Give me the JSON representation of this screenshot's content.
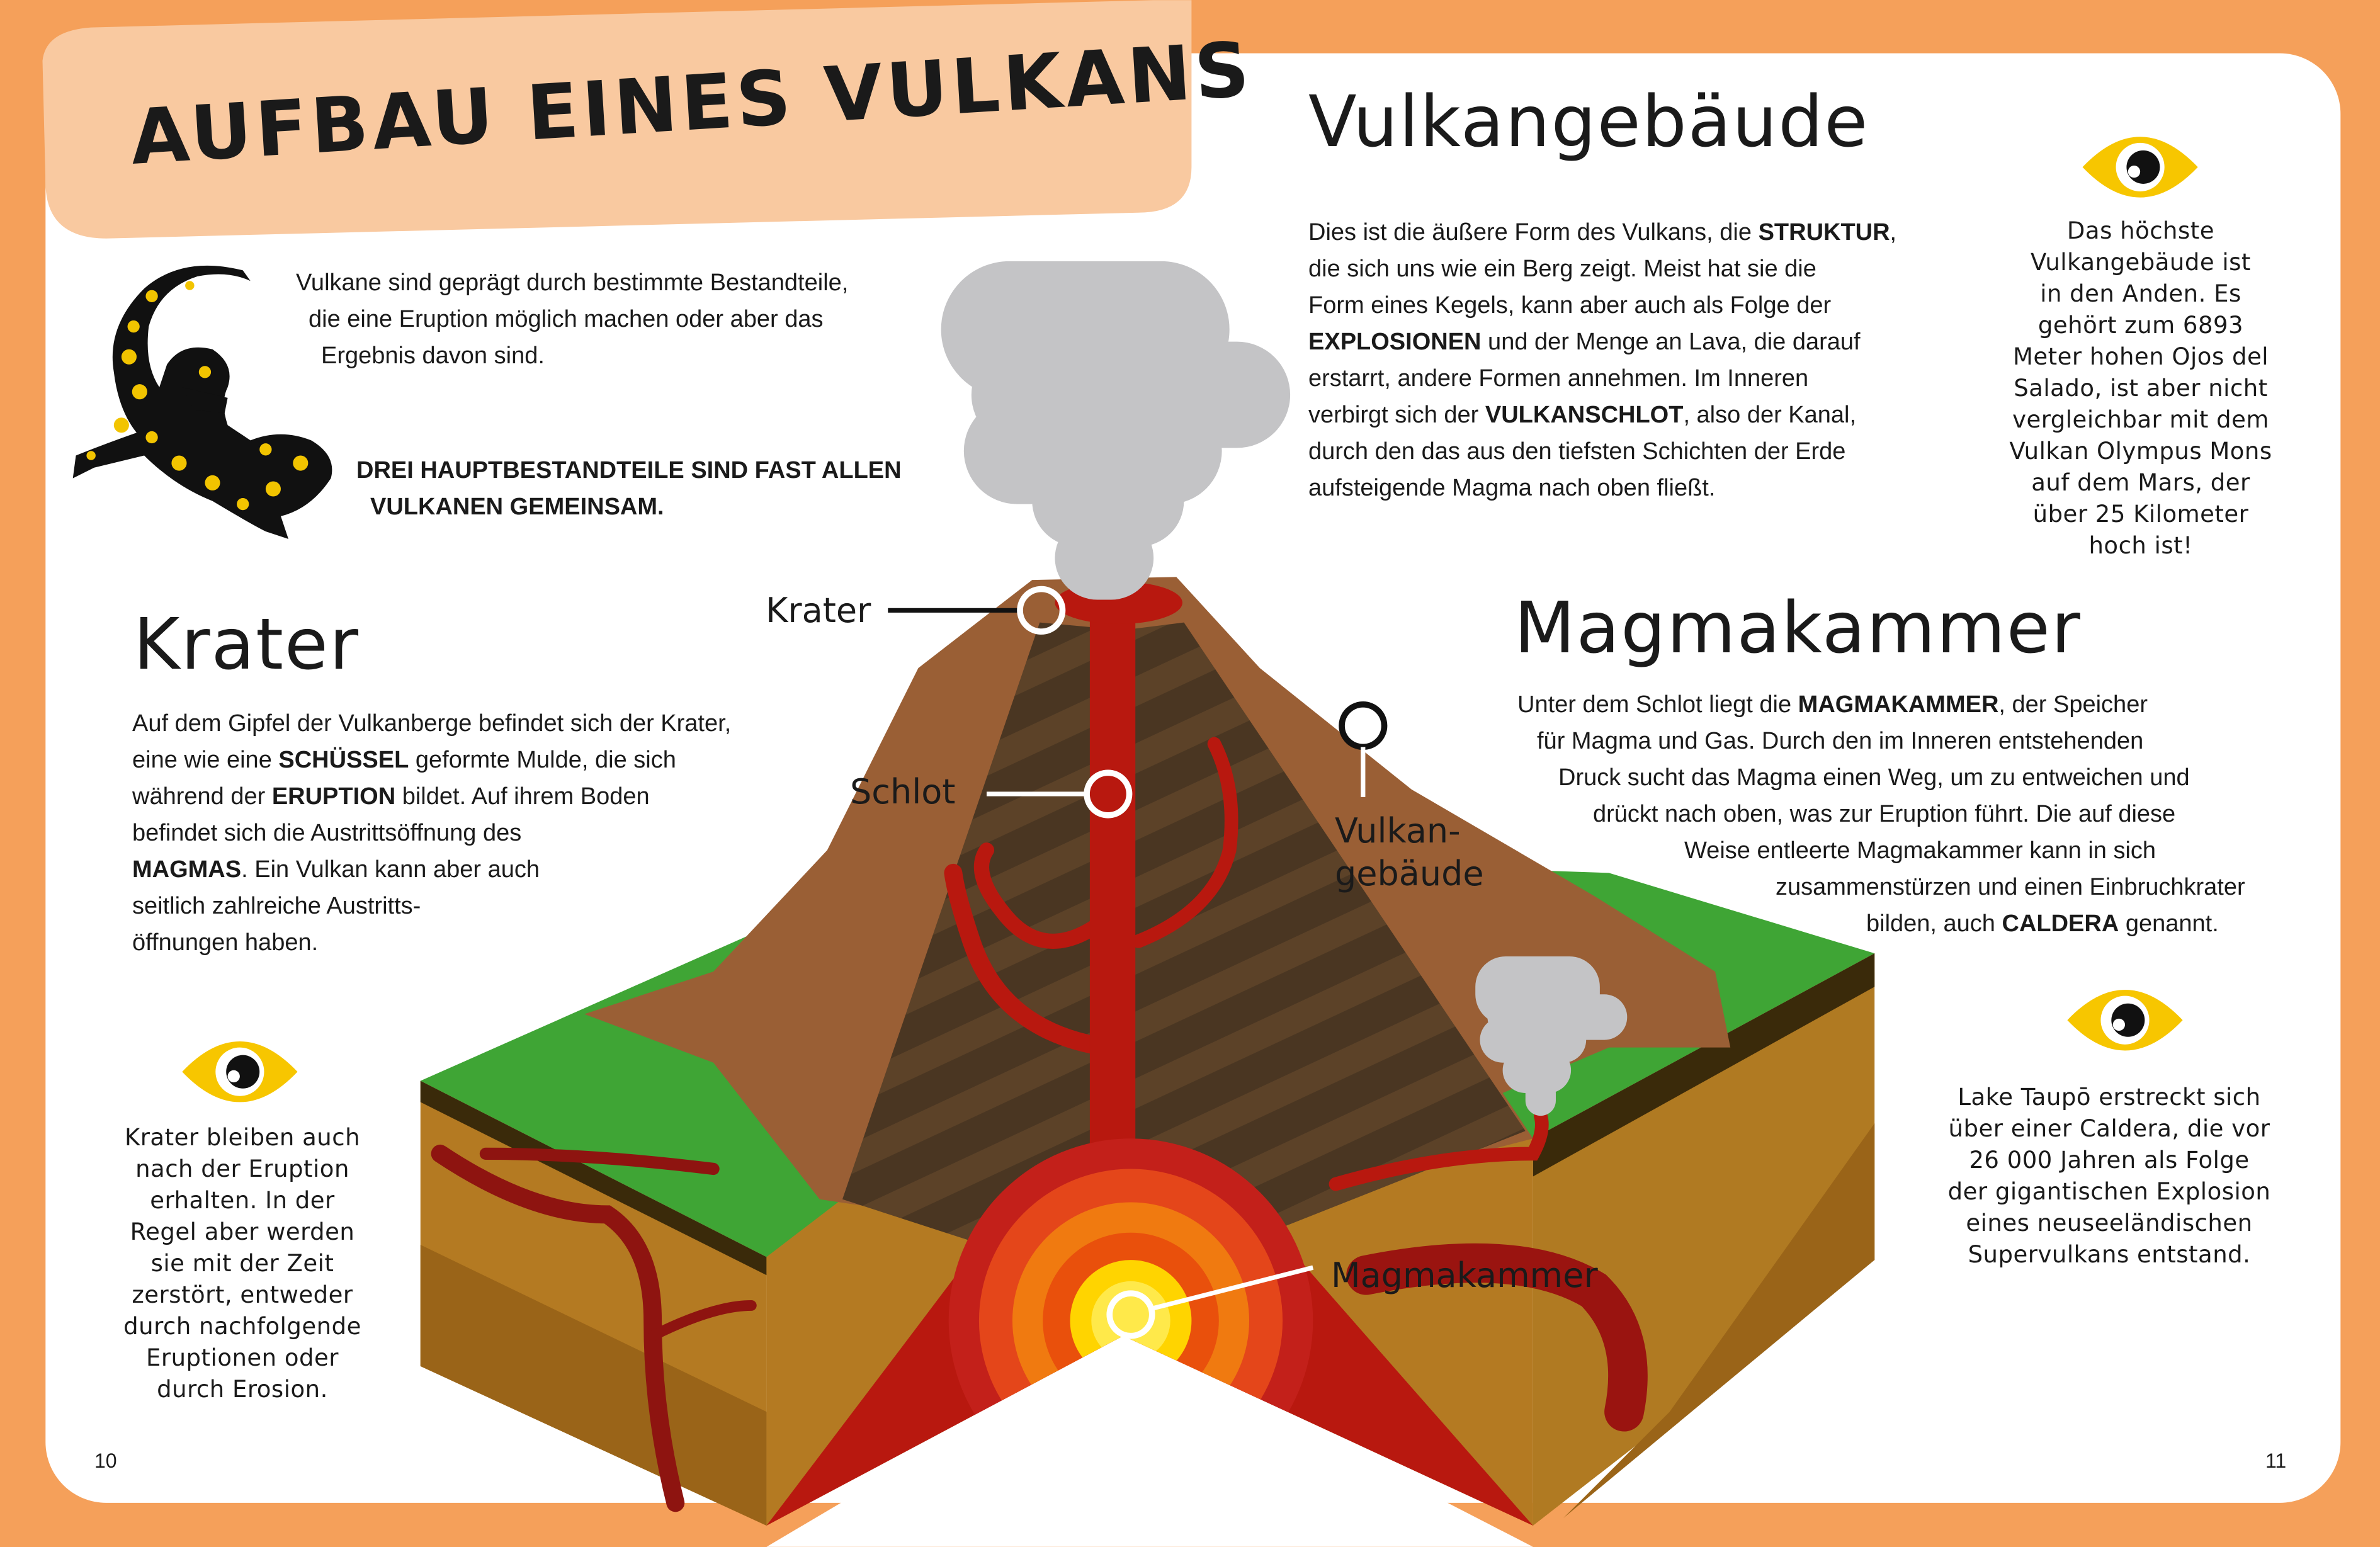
{
  "title": "AUFBAU EINES VULKANS",
  "intro": {
    "lines": [
      "Vulkane sind geprägt durch bestimmte Bestandteile,",
      "die eine Eruption möglich machen oder aber das",
      "Ergebnis davon sind."
    ],
    "bold_lines": [
      "DREI HAUPTBESTANDTEILE SIND FAST ALLEN",
      "VULKANEN GEMEINSAM."
    ]
  },
  "krater": {
    "heading": "Krater",
    "lines": [
      {
        "pre": "Auf dem Gipfel der Vulkanberge befindet sich der Krater,",
        "bold": "",
        "post": ""
      },
      {
        "pre": "eine wie eine ",
        "bold": "SCHÜSSEL",
        "post": " geformte Mulde, die sich"
      },
      {
        "pre": "während der ",
        "bold": "ERUPTION",
        "post": " bildet. Auf ihrem Boden"
      },
      {
        "pre": "befindet sich die Austrittsöffnung des",
        "bold": "",
        "post": ""
      },
      {
        "pre": "",
        "bold": "MAGMAS",
        "post": ". Ein Vulkan kann aber auch"
      },
      {
        "pre": "seitlich zahlreiche Austritts-",
        "bold": "",
        "post": ""
      },
      {
        "pre": "öffnungen haben.",
        "bold": "",
        "post": ""
      }
    ],
    "note": [
      "Krater bleiben auch",
      "nach der Eruption",
      "erhalten. In der",
      "Regel aber werden",
      "sie mit der Zeit",
      "zerstört, entweder",
      "durch nachfolgende",
      "Eruptionen oder",
      "durch Erosion."
    ]
  },
  "vulkangebaeude": {
    "heading": "Vulkangebäude",
    "lines": [
      {
        "pre": "Dies ist die äußere Form des Vulkans, die ",
        "bold": "STRUKTUR",
        "post": ","
      },
      {
        "pre": "die sich uns wie ein Berg zeigt. Meist hat sie die",
        "bold": "",
        "post": ""
      },
      {
        "pre": "Form eines Kegels, kann aber auch als Folge der",
        "bold": "",
        "post": ""
      },
      {
        "pre": "",
        "bold": "EXPLOSIONEN",
        "post": " und der Menge an Lava, die darauf"
      },
      {
        "pre": "erstarrt, andere Formen annehmen. Im Inneren",
        "bold": "",
        "post": ""
      },
      {
        "pre": "verbirgt sich der ",
        "bold": "VULKANSCHLOT",
        "post": ", also der Kanal,"
      },
      {
        "pre": "durch den das aus den tiefsten Schichten der Erde",
        "bold": "",
        "post": ""
      },
      {
        "pre": "aufsteigende Magma nach oben fließt.",
        "bold": "",
        "post": ""
      }
    ],
    "note": [
      "Das höchste",
      "Vulkangebäude ist",
      "in den Anden. Es",
      "gehört zum 6893",
      "Meter hohen Ojos del",
      "Salado, ist aber nicht",
      "vergleichbar mit dem",
      "Vulkan Olympus Mons",
      "auf dem Mars, der",
      "über 25 Kilometer",
      "hoch ist!"
    ]
  },
  "magmakammer": {
    "heading": "Magmakammer",
    "lines": [
      {
        "pre": "Unter dem Schlot liegt die ",
        "bold": "MAGMAKAMMER",
        "post": ", der Speicher"
      },
      {
        "pre": "für Magma und Gas. Durch den im Inneren entstehenden",
        "bold": "",
        "post": ""
      },
      {
        "pre": "Druck sucht das Magma einen Weg, um zu entweichen und",
        "bold": "",
        "post": ""
      },
      {
        "pre": "drückt nach oben, was zur Eruption führt. Die auf diese",
        "bold": "",
        "post": ""
      },
      {
        "pre": "Weise entleerte Magmakammer kann in sich",
        "bold": "",
        "post": ""
      },
      {
        "pre": "zusammenstürzen und einen Einbruchkrater",
        "bold": "",
        "post": ""
      },
      {
        "pre": "bilden, auch ",
        "bold": "CALDERA",
        "post": " genannt."
      }
    ],
    "note": [
      "Lake Taupō erstreckt sich",
      "über einer Caldera, die vor",
      "26 000 Jahren als Folge",
      "der gigantischen Explosion",
      "eines neuseeländischen",
      "Supervulkans entstand."
    ]
  },
  "diagram_labels": {
    "krater": "Krater",
    "schlot": "Schlot",
    "vulkan1": "Vulkan-",
    "vulkan2": "gebäude",
    "magmakammer": "Magmakammer"
  },
  "page_numbers": {
    "left": "10",
    "right": "11"
  },
  "icons": [
    "eye-icon",
    "salamander-image",
    "volcano-diagram"
  ],
  "colors": {
    "background": "#F5A05A",
    "title_tab": "#F9C9A0",
    "eye": "#F7C600",
    "magma": "#B8180F",
    "mountain": "#9A5F35",
    "grass": "#3FA535",
    "smoke": "#C4C4C6"
  }
}
